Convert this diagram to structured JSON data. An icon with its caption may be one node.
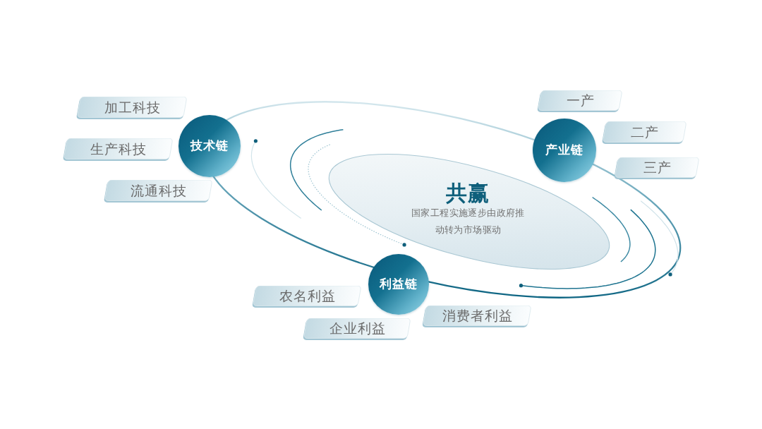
{
  "diagram": {
    "nodes": [
      {
        "text": [
          "共赢",
          "国家工程实施逐步由政府推动转为市场驱动"
        ]
      },
      {
        "text": [
          "技术链"
        ]
      },
      {
        "text": [
          "加工科技"
        ]
      },
      {
        "text": [
          "生产科技"
        ]
      },
      {
        "text": [
          "流通科技"
        ]
      },
      {
        "text": [
          "产业链"
        ]
      },
      {
        "text": [
          "一产"
        ]
      },
      {
        "text": [
          "二产"
        ]
      },
      {
        "text": [
          "三产"
        ]
      },
      {
        "text": [
          "利益链"
        ]
      },
      {
        "text": [
          "农名利益"
        ]
      },
      {
        "text": [
          "企业利益"
        ]
      },
      {
        "text": [
          "消费者利益"
        ]
      }
    ]
  }
}
